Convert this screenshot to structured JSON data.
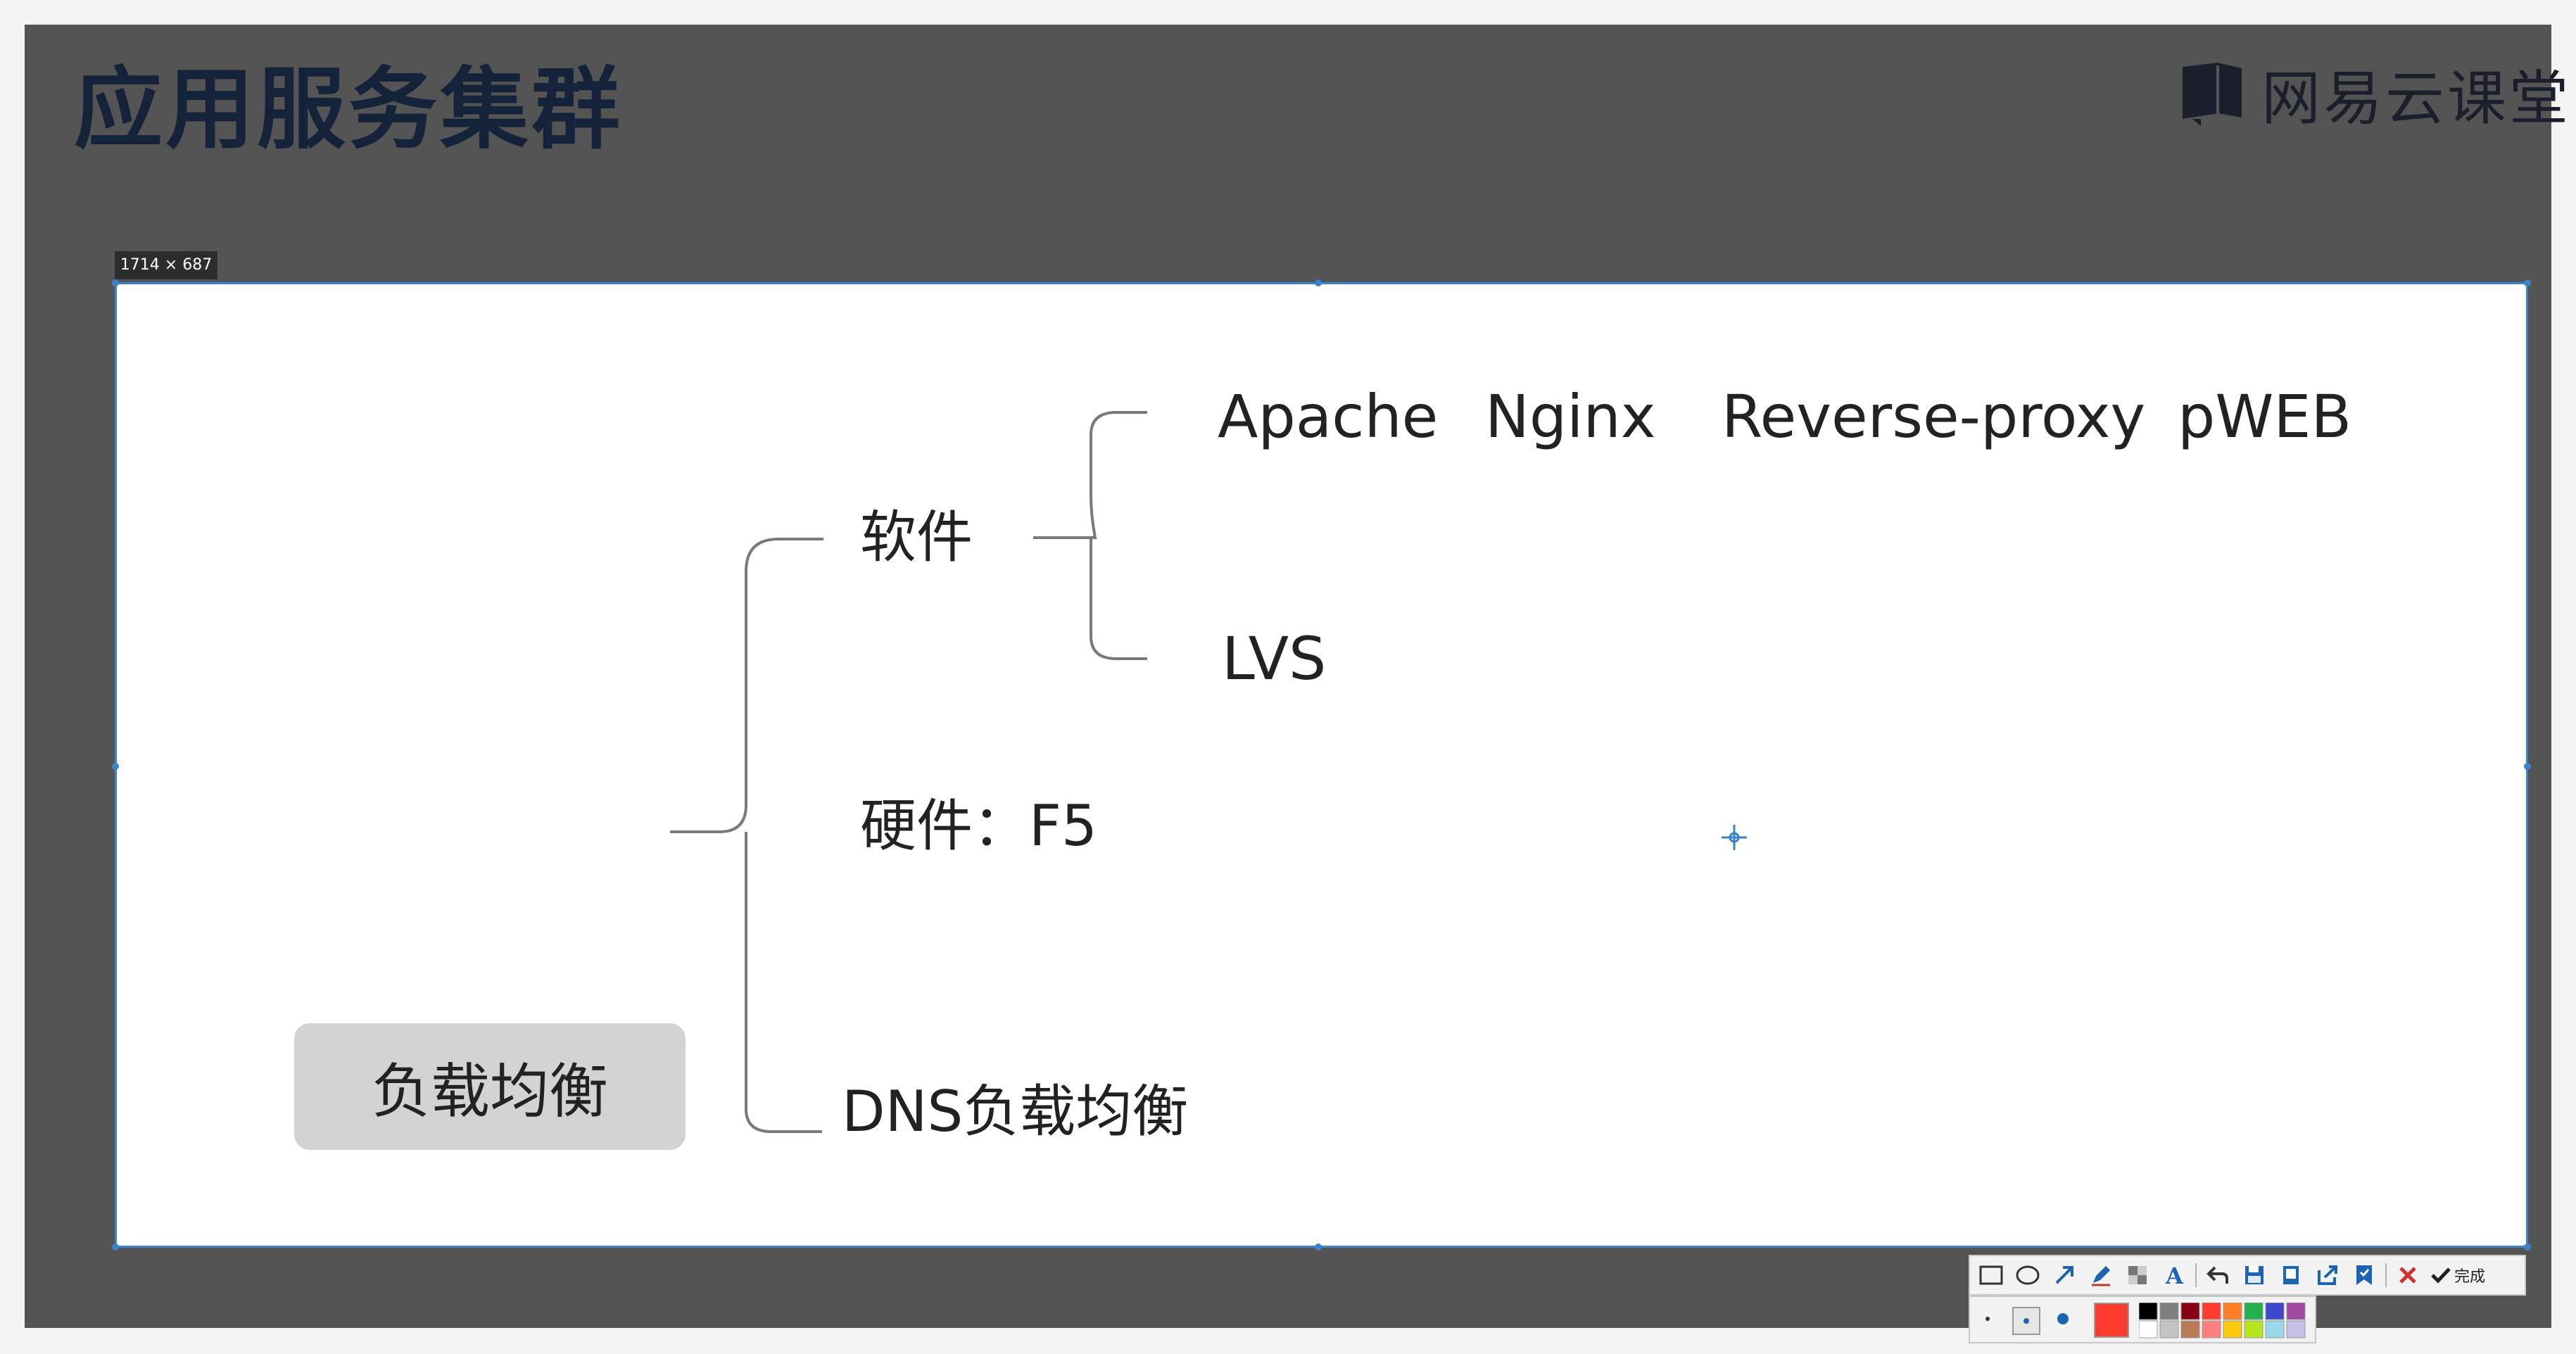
{
  "slide": {
    "title": "应用服务集群",
    "brand_text": "网易云课堂",
    "brand_icon": "book-icon"
  },
  "capture": {
    "size_label": "1714 × 687",
    "selection_border_color": "#3b82c8"
  },
  "mindmap": {
    "root": "负载均衡",
    "software": {
      "label": "软件",
      "products": [
        "Apache",
        "Nginx",
        "Reverse-proxy",
        "pWEB"
      ],
      "lvs": "LVS"
    },
    "hardware": "硬件：F5",
    "dns": "DNS负载均衡",
    "node_color": "#d3d3d3"
  },
  "toolbar": {
    "tools": [
      "rectangle-tool-icon",
      "ellipse-tool-icon",
      "arrow-tool-icon",
      "pen-tool-icon",
      "mosaic-tool-icon",
      "text-tool-icon",
      "undo-icon",
      "save-icon",
      "copy-icon",
      "share-icon",
      "pin-icon",
      "close-icon"
    ],
    "done_label": "完成",
    "selected_color": "#ff3b30",
    "palette": [
      "#000000",
      "#7f7f7f",
      "#880015",
      "#ff3b30",
      "#ff7f27",
      "#22b14c",
      "#3f48cc",
      "#a349a4",
      "#ffffff",
      "#c3c3c3",
      "#b97a57",
      "#ff7f7f",
      "#ffc90e",
      "#b5e61d",
      "#99d9ea",
      "#c8bfe7"
    ]
  }
}
